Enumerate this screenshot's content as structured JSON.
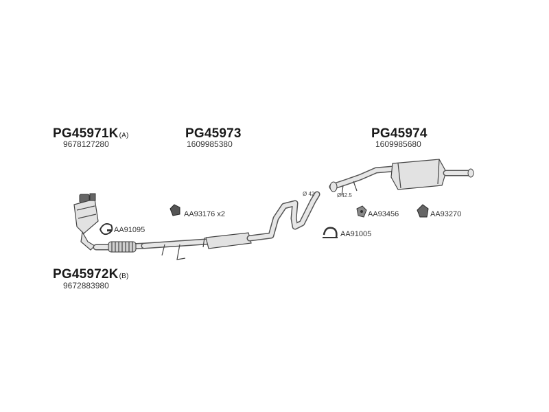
{
  "parts": {
    "pg45971k": {
      "code": "PG45971K",
      "suffix": "(A)",
      "oe": "9678127280"
    },
    "pg45973": {
      "code": "PG45973",
      "oe": "1609985380"
    },
    "pg45974": {
      "code": "PG45974",
      "oe": "1609985680"
    },
    "pg45972k": {
      "code": "PG45972K",
      "suffix": "(B)",
      "oe": "9672883980"
    }
  },
  "accessories": {
    "aa91095": "AA91095",
    "aa93176": "AA93176 x2",
    "aa91005": "AA91005",
    "aa93456": "AA93456",
    "aa93270": "AA93270"
  },
  "diameters": {
    "d42": "Ø 42",
    "d425": "Ø42.5"
  },
  "colors": {
    "pipe": "#555555",
    "body": "#e2e2e2",
    "text": "#1a1a1a"
  }
}
